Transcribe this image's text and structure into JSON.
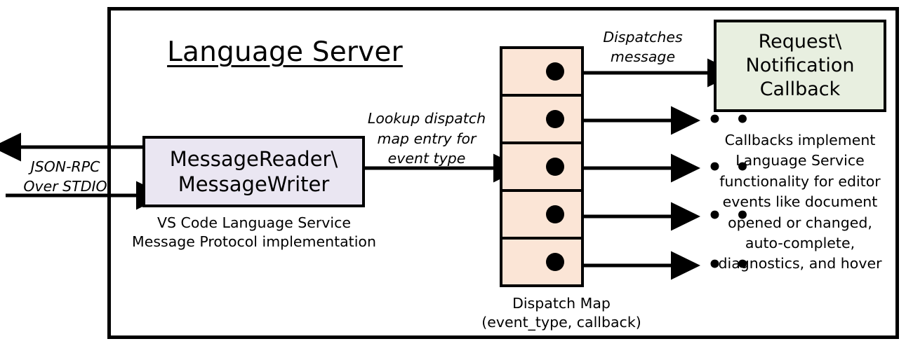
{
  "diagram": {
    "title": "Language Server",
    "nodes": {
      "message_io": {
        "label": "MessageReader\\\nMessageWriter",
        "caption": "VS Code Language Service\nMessage Protocol implementation",
        "fill": "#EAE6F2"
      },
      "dispatch_map": {
        "caption": "Dispatch Map\n(event_type, callback)",
        "fill": "#FBE5D6",
        "row_count": 5,
        "rows": [
          {
            "dot": "entry-dot"
          },
          {
            "dot": "entry-dot"
          },
          {
            "dot": "entry-dot"
          },
          {
            "dot": "entry-dot"
          },
          {
            "dot": "entry-dot"
          }
        ]
      },
      "callback": {
        "label": "Request\\\nNotification\nCallback",
        "caption": "Callbacks implement\nLanguage Service\nfunctionality for editor\nevents like document\nopened or changed,\nauto-complete,\ndiagnostics, and hover",
        "fill": "#E8EFE0"
      }
    },
    "edge_labels": {
      "json_rpc": "JSON-RPC\nOver STDIO",
      "lookup": "Lookup dispatch\nmap entry for\nevent type",
      "dispatches": "Dispatches\nmessage"
    },
    "ellipsis": "• • •",
    "ellipsis_count": 4,
    "colors": {
      "stroke": "#000000",
      "background": "#FFFFFF",
      "lavender": "#EAE6F2",
      "peach": "#FBE5D6",
      "green": "#E8EFE0"
    }
  }
}
